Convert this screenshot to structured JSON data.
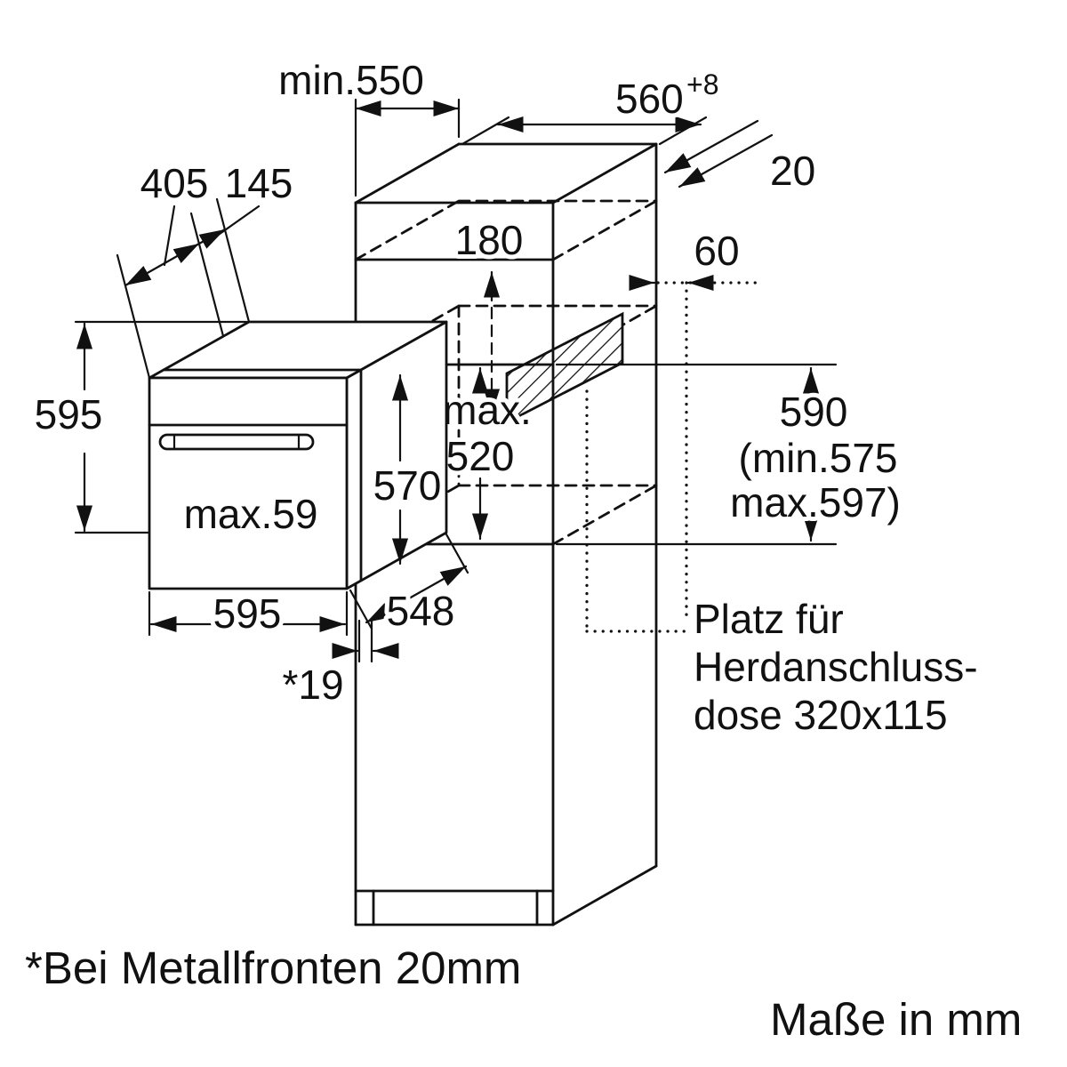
{
  "diagram": {
    "dims": {
      "top_depth": "min.550",
      "niche_width": "560",
      "niche_width_tol": "+8",
      "rear_gap": "20",
      "top_depth_rear": "405",
      "top_depth_front": "145",
      "box_clearance_top": "180",
      "box_clearance_side": "60",
      "inner_max_prefix": "max.",
      "inner_max_value": "520",
      "oven_body_height": "570",
      "oven_height": "595",
      "front_protrusion": "max.59",
      "oven_width": "595",
      "oven_body_depth": "548",
      "front_overlap": "*19",
      "niche_height": "590",
      "niche_height_min": "(min.575",
      "niche_height_max": "max.597)"
    },
    "notes": {
      "socket_line1": "Platz für",
      "socket_line2": "Herdanschluss-",
      "socket_line3": "dose 320x115",
      "footnote_metal_fronts": "*Bei Metallfronten 20mm",
      "units": "Maße in mm"
    },
    "colors": {
      "line": "#111111",
      "background": "#ffffff"
    }
  }
}
